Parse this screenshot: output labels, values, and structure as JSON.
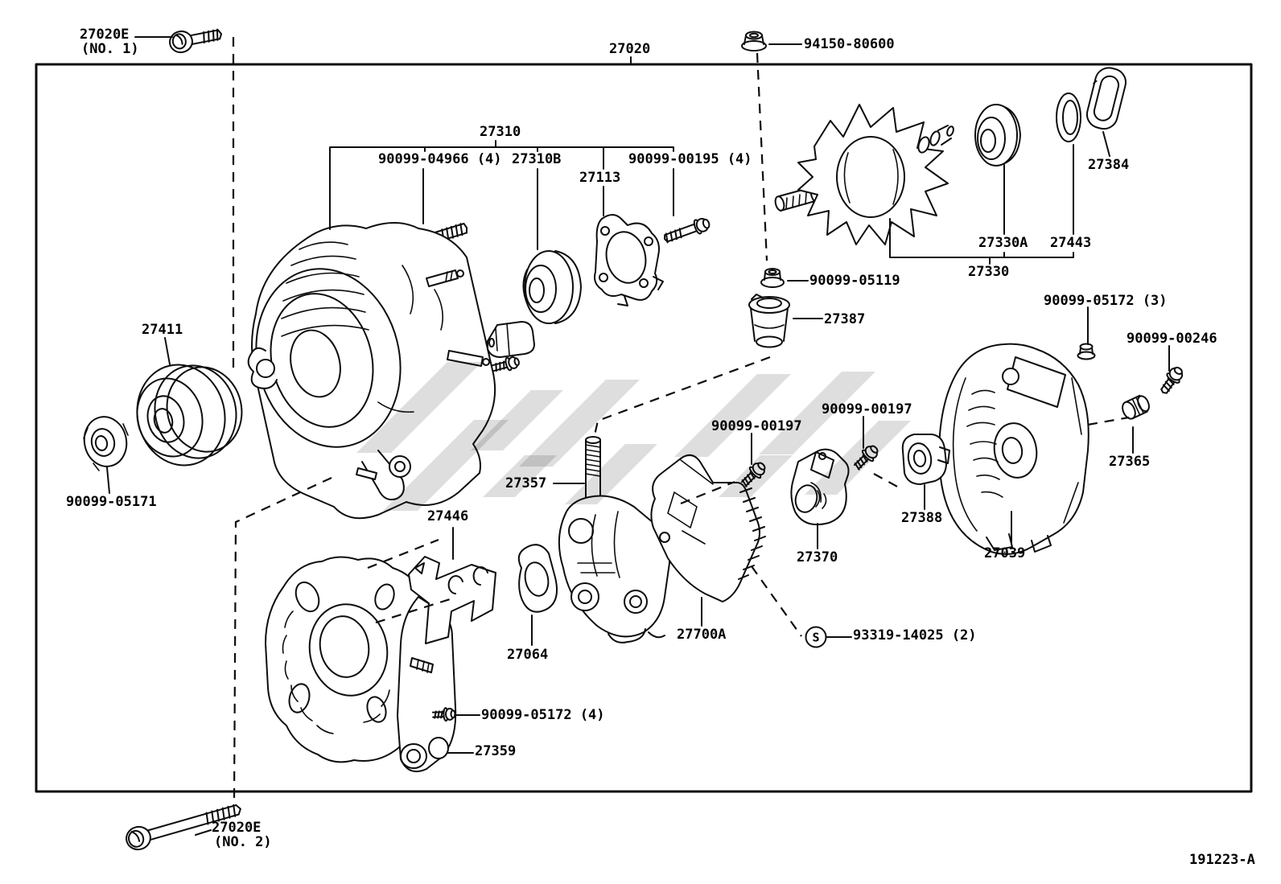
{
  "diagram": {
    "type": "exploded-parts-diagram",
    "subject": "alternator assembly",
    "drawing_code": "191223-A",
    "colors": {
      "line": "#0d0d0d",
      "background": "#ffffff",
      "watermark": "#c8c8c8"
    },
    "s_marker": "S",
    "labels": [
      {
        "id": "27020E-no1-line1",
        "text": "27020E"
      },
      {
        "id": "27020E-no1-line2",
        "text": "(NO. 1)"
      },
      {
        "id": "27020",
        "text": "27020"
      },
      {
        "id": "94150-80600",
        "text": "94150-80600"
      },
      {
        "id": "27310",
        "text": "27310"
      },
      {
        "id": "90099-04966",
        "text": "90099-04966 (4)"
      },
      {
        "id": "27310B",
        "text": "27310B"
      },
      {
        "id": "27113",
        "text": "27113"
      },
      {
        "id": "90099-00195",
        "text": "90099-00195 (4)"
      },
      {
        "id": "27384",
        "text": "27384"
      },
      {
        "id": "27330A",
        "text": "27330A"
      },
      {
        "id": "27443",
        "text": "27443"
      },
      {
        "id": "27330",
        "text": "27330"
      },
      {
        "id": "90099-05119",
        "text": "90099-05119"
      },
      {
        "id": "27387",
        "text": "27387"
      },
      {
        "id": "90099-05172-3",
        "text": "90099-05172 (3)"
      },
      {
        "id": "90099-00246",
        "text": "90099-00246"
      },
      {
        "id": "27411",
        "text": "27411"
      },
      {
        "id": "90099-05171",
        "text": "90099-05171"
      },
      {
        "id": "90099-00197-left",
        "text": "90099-00197"
      },
      {
        "id": "90099-00197-right",
        "text": "90099-00197"
      },
      {
        "id": "27365",
        "text": "27365"
      },
      {
        "id": "27388",
        "text": "27388"
      },
      {
        "id": "27370",
        "text": "27370"
      },
      {
        "id": "27039",
        "text": "27039"
      },
      {
        "id": "27357",
        "text": "27357"
      },
      {
        "id": "27446",
        "text": "27446"
      },
      {
        "id": "27064",
        "text": "27064"
      },
      {
        "id": "27700A",
        "text": "27700A"
      },
      {
        "id": "93319-14025",
        "text": "93319-14025 (2)"
      },
      {
        "id": "90099-05172-4",
        "text": "90099-05172 (4)"
      },
      {
        "id": "27359",
        "text": "27359"
      },
      {
        "id": "27020E-no2-line1",
        "text": "27020E"
      },
      {
        "id": "27020E-no2-line2",
        "text": "(NO. 2)"
      },
      {
        "id": "drawing-code",
        "text": "191223-A"
      }
    ]
  }
}
